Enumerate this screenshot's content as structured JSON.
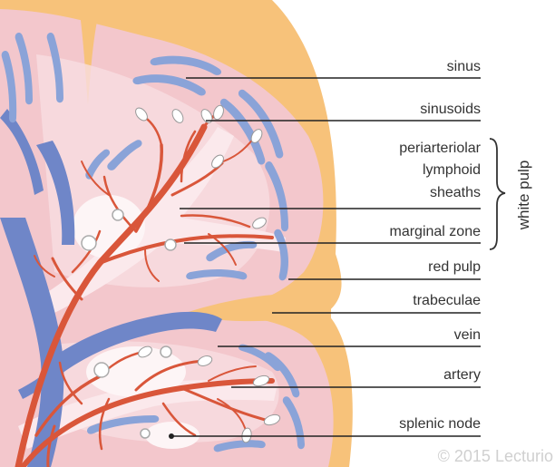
{
  "labels": {
    "sinus": "sinus",
    "sinusoids": "sinusoids",
    "pals_line1": "periarteriolar",
    "pals_line2": "lymphoid",
    "pals_line3": "sheaths",
    "marginal_zone": "marginal zone",
    "red_pulp": "red pulp",
    "trabeculae": "trabeculae",
    "vein": "vein",
    "artery": "artery",
    "splenic_node": "splenic node"
  },
  "group_label": "white pulp",
  "copyright": "© 2015 Lecturio",
  "colors": {
    "capsule": "#f7c27a",
    "red_pulp": "#f3c7cc",
    "red_pulp_light": "#f8dde1",
    "white_pulp": "#fbe9ec",
    "vein": "#6f86c8",
    "sinus_dash": "#8aa3d8",
    "artery": "#d9563a",
    "label_text": "#333333",
    "leader_line": "#222222",
    "watermark": "#d0d0d0"
  }
}
